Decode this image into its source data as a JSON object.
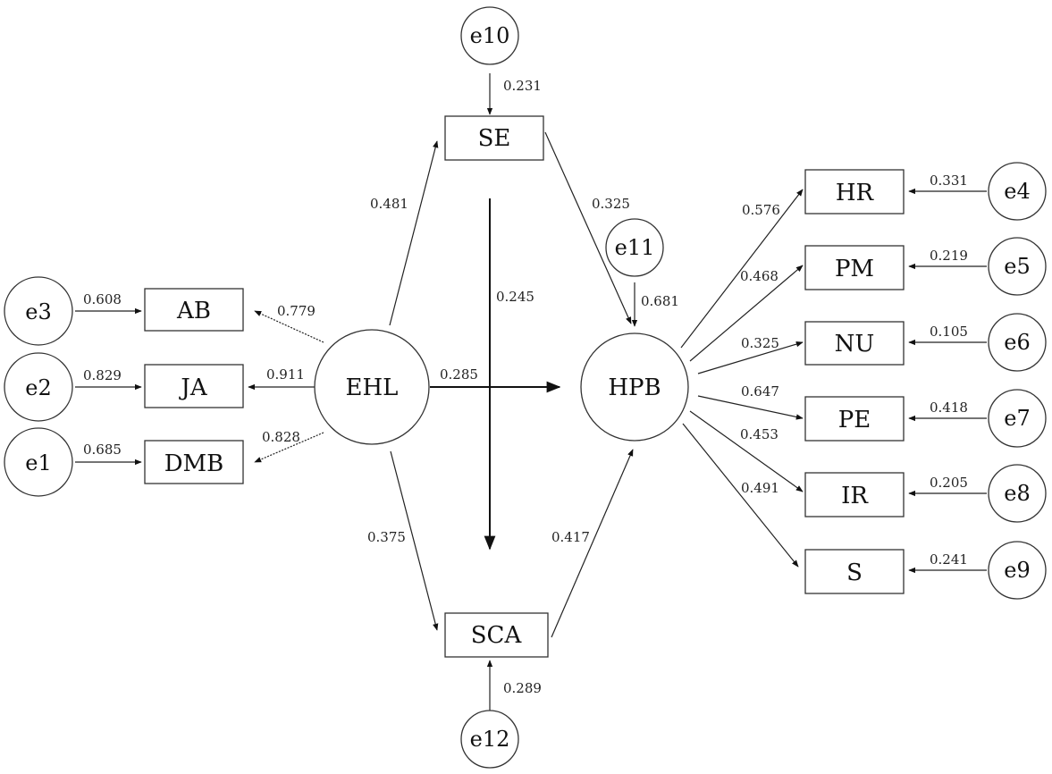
{
  "nodes": {
    "EHL": "EHL",
    "HPB": "HPB",
    "SE": "SE",
    "SCA": "SCA",
    "AB": "AB",
    "JA": "JA",
    "DMB": "DMB",
    "HR": "HR",
    "PM": "PM",
    "NU": "NU",
    "PE": "PE",
    "IR": "IR",
    "S": "S",
    "e1": "e1",
    "e2": "e2",
    "e3": "e3",
    "e4": "e4",
    "e5": "e5",
    "e6": "e6",
    "e7": "e7",
    "e8": "e8",
    "e9": "e9",
    "e10": "e10",
    "e11": "e11",
    "e12": "e12"
  },
  "paths": [
    {
      "from": "e10",
      "to": "SE",
      "coef": "0.231"
    },
    {
      "from": "e12",
      "to": "SCA",
      "coef": "0.289"
    },
    {
      "from": "e11",
      "to": "HPB",
      "coef": "0.681"
    },
    {
      "from": "EHL",
      "to": "SE",
      "coef": "0.481"
    },
    {
      "from": "EHL",
      "to": "SCA",
      "coef": "0.375"
    },
    {
      "from": "EHL",
      "to": "HPB",
      "coef": "0.285"
    },
    {
      "from": "SE",
      "to": "HPB",
      "coef": "0.325"
    },
    {
      "from": "SCA",
      "to": "HPB",
      "coef": "0.417"
    },
    {
      "from": "SE",
      "to": "SCA",
      "coef": "0.245"
    },
    {
      "from": "EHL",
      "to": "AB",
      "coef": "0.779"
    },
    {
      "from": "EHL",
      "to": "JA",
      "coef": "0.911"
    },
    {
      "from": "EHL",
      "to": "DMB",
      "coef": "0.828"
    },
    {
      "from": "e3",
      "to": "AB",
      "coef": "0.608"
    },
    {
      "from": "e2",
      "to": "JA",
      "coef": "0.829"
    },
    {
      "from": "e1",
      "to": "DMB",
      "coef": "0.685"
    },
    {
      "from": "HPB",
      "to": "HR",
      "coef": "0.576"
    },
    {
      "from": "HPB",
      "to": "PM",
      "coef": "0.468"
    },
    {
      "from": "HPB",
      "to": "NU",
      "coef": "0.325"
    },
    {
      "from": "HPB",
      "to": "PE",
      "coef": "0.647"
    },
    {
      "from": "HPB",
      "to": "IR",
      "coef": "0.453"
    },
    {
      "from": "HPB",
      "to": "S",
      "coef": "0.491"
    },
    {
      "from": "e4",
      "to": "HR",
      "coef": "0.331"
    },
    {
      "from": "e5",
      "to": "PM",
      "coef": "0.219"
    },
    {
      "from": "e6",
      "to": "NU",
      "coef": "0.105"
    },
    {
      "from": "e7",
      "to": "PE",
      "coef": "0.418"
    },
    {
      "from": "e8",
      "to": "IR",
      "coef": "0.205"
    },
    {
      "from": "e9",
      "to": "S",
      "coef": "0.241"
    }
  ]
}
